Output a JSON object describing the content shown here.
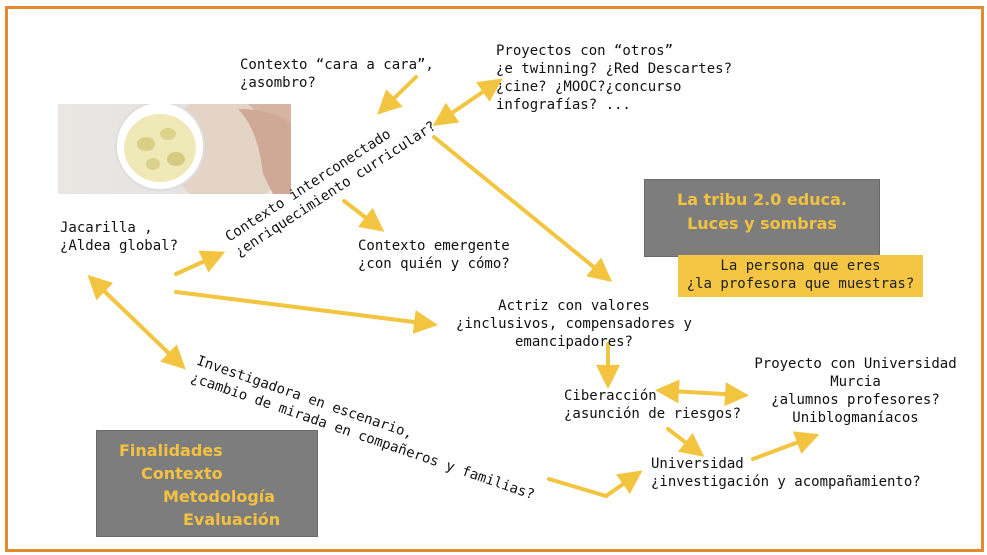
{
  "nodes": {
    "contexto_cara": "Contexto “cara a cara”,\n¿asombro?",
    "proyectos_otros": "Proyectos con “otros”\n¿e twinning? ¿Red Descartes?\n¿cine? ¿MOOC?¿concurso\ninfografías? ...",
    "contexto_interconectado": "Contexto interconectado\n¿enriquecimiento curricular?",
    "jacarilla": "Jacarilla ,\n¿Aldea global?",
    "contexto_emergente": "Contexto emergente\n¿con quién y cómo?",
    "actriz": "Actriz con valores\n¿inclusivos, compensadores y\nemancipadores?",
    "investigadora": "Investigadora en escenario,\n¿cambio de mirada en compañeros y familias?",
    "ciberaccion": "Ciberacción\n¿asunción de riesgos?",
    "proyecto_universidad": "Proyecto con Universidad\nMurcia\n¿alumnos profesores?\nUniblogmaníacos",
    "universidad": "Universidad\n¿investigación y acompañamiento?"
  },
  "title_box": {
    "line1": "La tribu 2.0 educa.",
    "line2": "Luces y sombras"
  },
  "subtitle_box": {
    "line1": "La persona que eres",
    "line2": "¿la profesora que muestras?"
  },
  "legend_box": {
    "items": [
      "Finalidades",
      "Contexto",
      "Metodología",
      "Evaluación"
    ]
  },
  "colors": {
    "frame": "#e58a2e",
    "arrow": "#f2c43f",
    "gray_box": "#7d7d7d",
    "yellow_text": "#f3c240",
    "yellow_box": "#f4c643"
  }
}
